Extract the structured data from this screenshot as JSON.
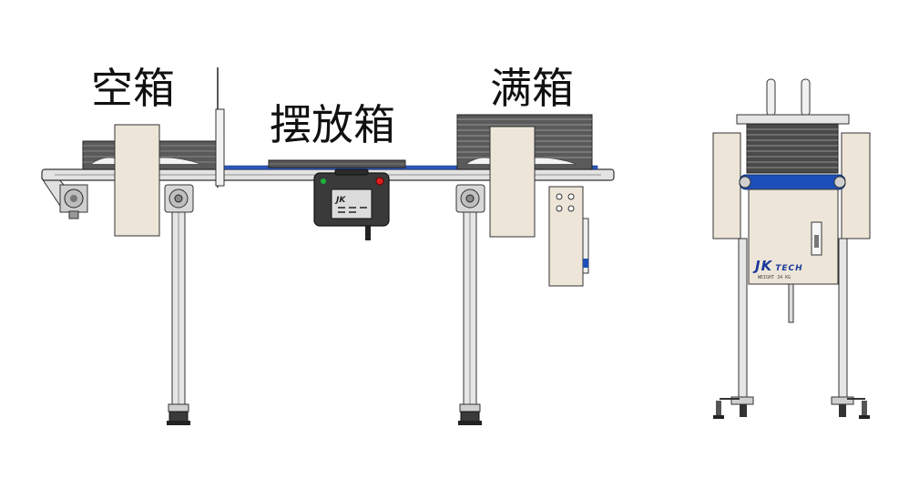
{
  "labels": {
    "empty_box": "空箱",
    "place_box": "摆放箱",
    "full_box": "满箱"
  },
  "brand": {
    "logo_main": "JK",
    "logo_sub": "TECH",
    "hmi_logo": "JK",
    "plate_text": "WEIGHT 34  KG"
  },
  "colors": {
    "frame": "#d9d9d9",
    "panel": "#ede6d8",
    "belt": "#1d4fb8",
    "hmi": "#3a3a3a",
    "stack": "#4a4a4a"
  },
  "indicators": {
    "hmi_led_left": "#1db33a",
    "hmi_led_right": "#e02020"
  }
}
